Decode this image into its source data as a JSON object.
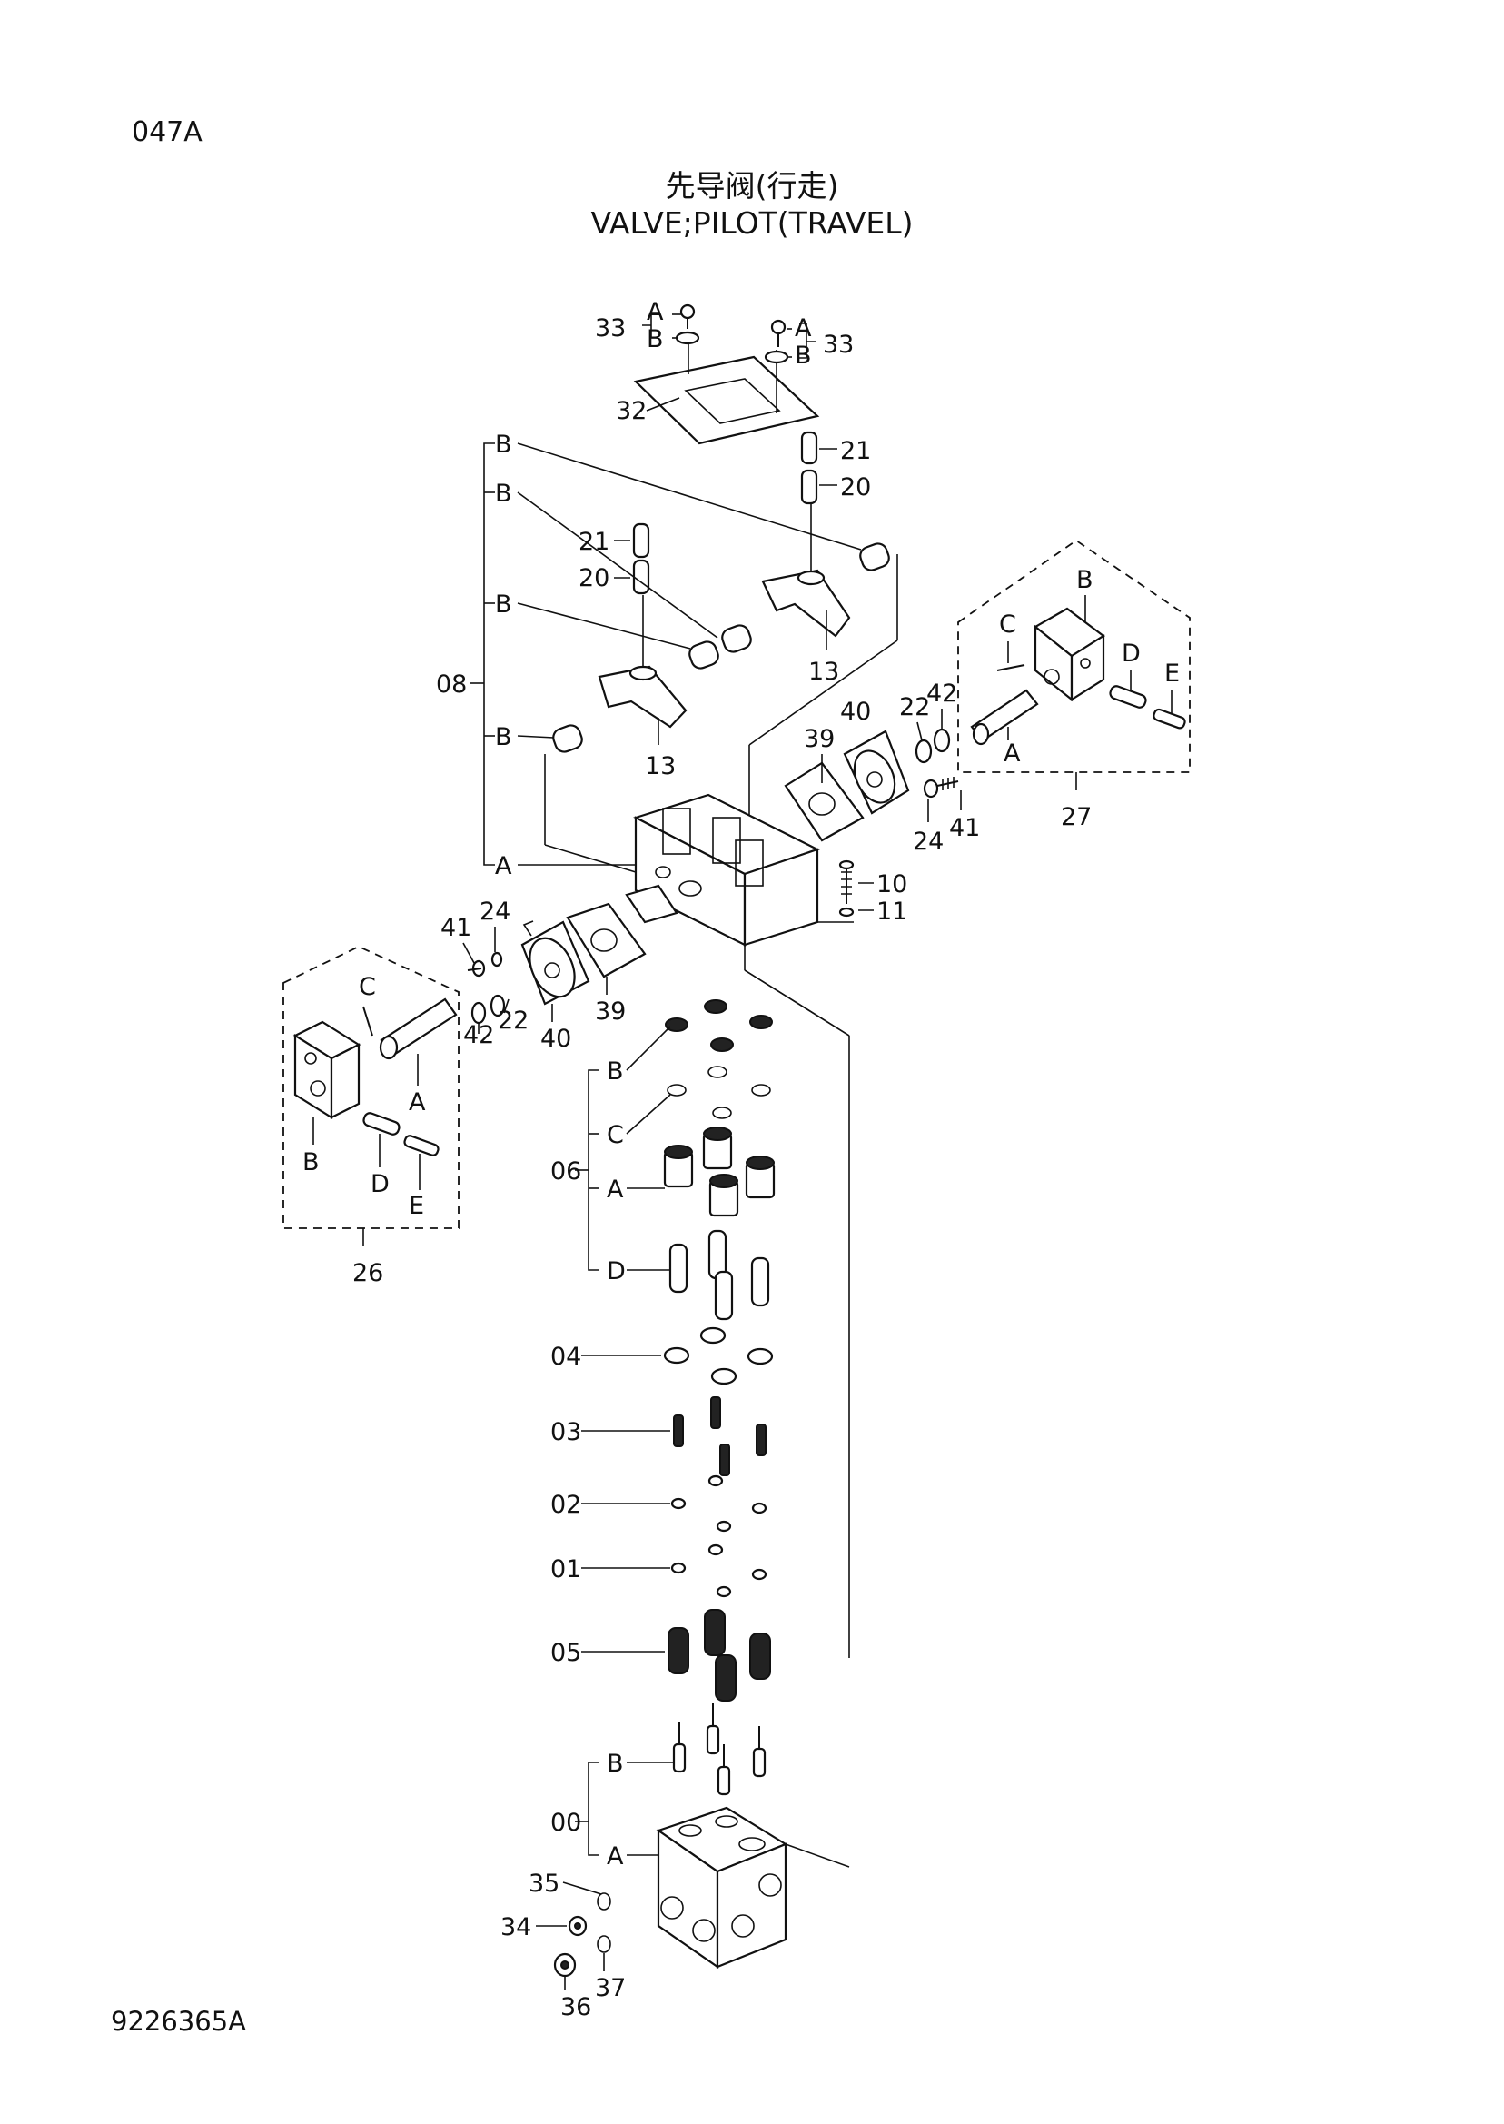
{
  "header": {
    "page_code": "047A",
    "title_cn": "先导阀(行走)",
    "title_en": "VALVE;PILOT(TRAVEL)"
  },
  "footer": {
    "drawing_number": "9226365A"
  },
  "callouts": {
    "c33_left": "33",
    "c33_right": "33",
    "c32": "32",
    "c21_top": "21",
    "c20_top": "20",
    "c21_left": "21",
    "c20_left": "20",
    "c13_right": "13",
    "c13_left": "13",
    "c08": "08",
    "c40_right": "40",
    "c39_right": "39",
    "c22_right": "22",
    "c42_right": "42",
    "c24_right": "24",
    "c41_right": "41",
    "c27": "27",
    "c10": "10",
    "c11": "11",
    "c41_left": "41",
    "c24_left": "24",
    "c39_left": "39",
    "c40_left": "40",
    "c42_left": "42",
    "c22_left": "22",
    "c26": "26",
    "c06": "06",
    "c04": "04",
    "c03": "03",
    "c02": "02",
    "c01": "01",
    "c05": "05",
    "c00": "00",
    "c35": "35",
    "c34": "34",
    "c36": "36",
    "c37": "37"
  },
  "letters": {
    "A": "A",
    "B": "B",
    "C": "C",
    "D": "D",
    "E": "E"
  }
}
